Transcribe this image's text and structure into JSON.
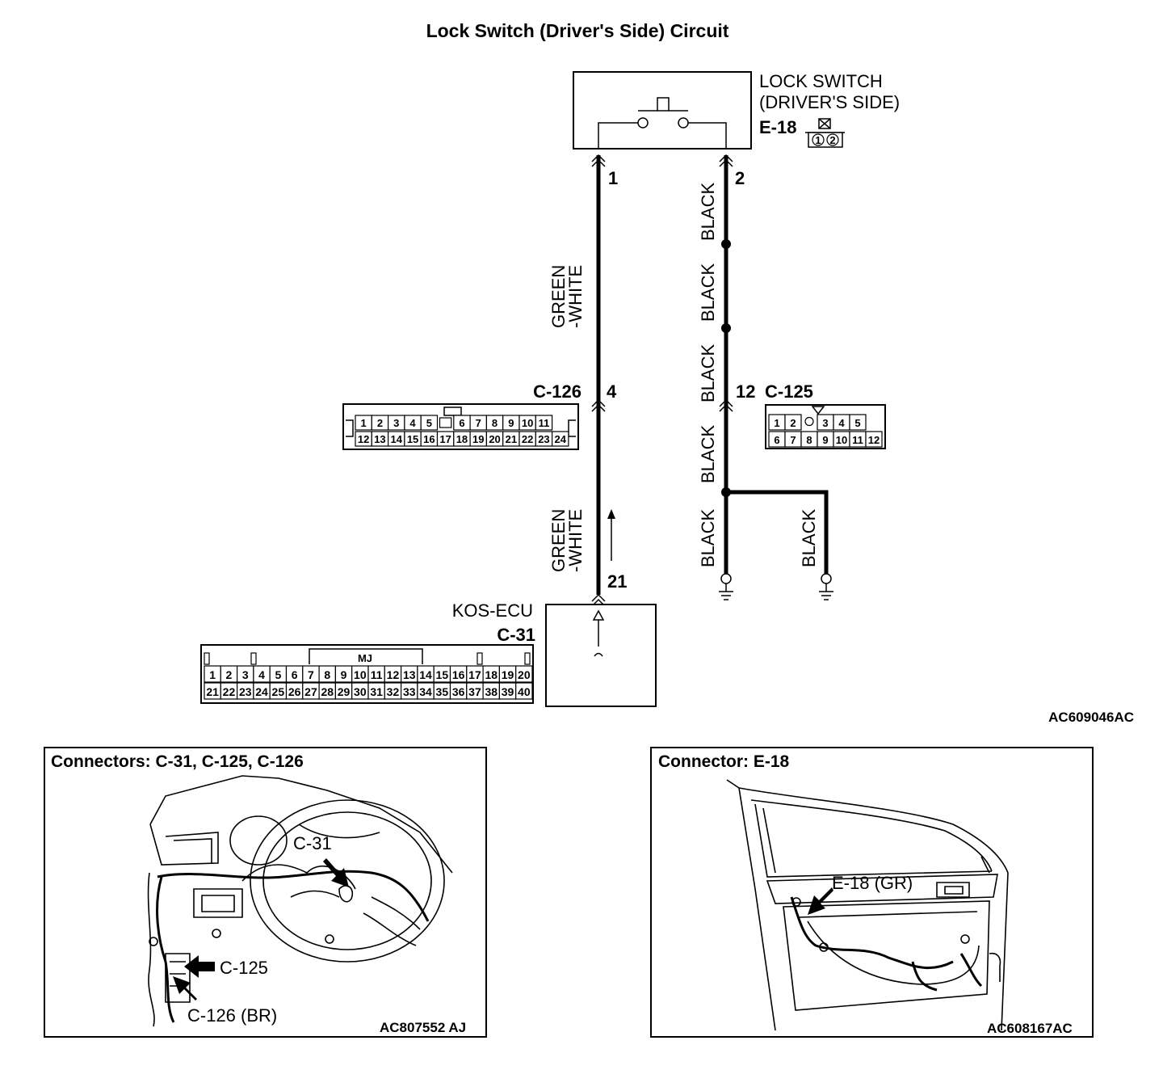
{
  "title": "Lock Switch (Driver's Side) Circuit",
  "lock_switch": {
    "name_line1": "LOCK SWITCH",
    "name_line2": "(DRIVER'S SIDE)",
    "connector": "E-18",
    "pins": [
      "1",
      "2"
    ]
  },
  "wires": {
    "green_white_line1": "GREEN",
    "green_white_line2": "-WHITE",
    "black": "BLACK",
    "pin_1": "1",
    "pin_2": "2",
    "pin_4": "4",
    "pin_12": "12",
    "pin_21": "21"
  },
  "connector_c126": {
    "name": "C-126",
    "row1": [
      "1",
      "2",
      "3",
      "4",
      "5",
      "6",
      "7",
      "8",
      "9",
      "10",
      "11"
    ],
    "row2": [
      "12",
      "13",
      "14",
      "15",
      "16",
      "17",
      "18",
      "19",
      "20",
      "21",
      "22",
      "23",
      "24"
    ]
  },
  "connector_c125": {
    "name": "C-125",
    "row1": [
      "1",
      "2",
      "3",
      "4",
      "5"
    ],
    "row2": [
      "6",
      "7",
      "8",
      "9",
      "10",
      "11",
      "12"
    ]
  },
  "ecu": {
    "name": "KOS-ECU",
    "connector": "C-31",
    "tab_label": "MJ",
    "row1": [
      "1",
      "2",
      "3",
      "4",
      "5",
      "6",
      "7",
      "8",
      "9",
      "10",
      "11",
      "12",
      "13",
      "14",
      "15",
      "16",
      "17",
      "18",
      "19",
      "20"
    ],
    "row2": [
      "21",
      "22",
      "23",
      "24",
      "25",
      "26",
      "27",
      "28",
      "29",
      "30",
      "31",
      "32",
      "33",
      "34",
      "35",
      "36",
      "37",
      "38",
      "39",
      "40"
    ]
  },
  "diagram_code": "AC609046AC",
  "inset_left": {
    "title": "Connectors: C-31, C-125, C-126",
    "callout_c31": "C-31",
    "callout_c125": "C-125",
    "callout_c126": "C-126 (BR)",
    "code": "AC807552 AJ"
  },
  "inset_right": {
    "title": "Connector: E-18",
    "callout_e18": "E-18 (GR)",
    "code": "AC608167AC"
  }
}
